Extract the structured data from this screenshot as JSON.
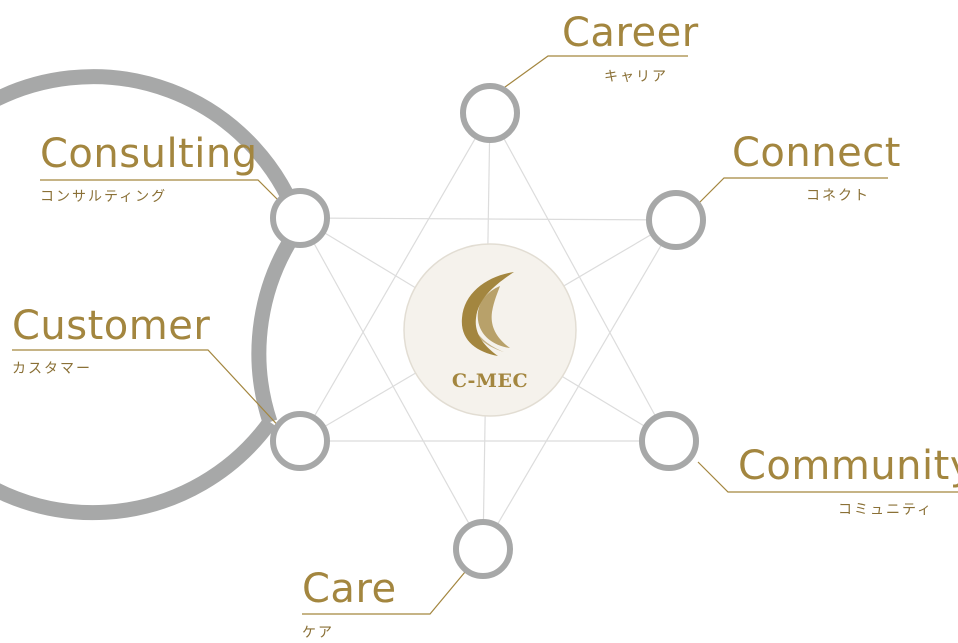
{
  "center": {
    "name": "C-MEC"
  },
  "colors": {
    "gold": "#a3863f",
    "ring": "#a7a8a8",
    "web_lines": "#dcdcdc",
    "center_fill": "#f5f2ec"
  },
  "nodes": [
    {
      "id": "career",
      "en": "Career",
      "jp": "キャリア"
    },
    {
      "id": "connect",
      "en": "Connect",
      "jp": "コネクト"
    },
    {
      "id": "community",
      "en": "Community",
      "jp": "コミュニティ"
    },
    {
      "id": "care",
      "en": "Care",
      "jp": "ケア"
    },
    {
      "id": "customer",
      "en": "Customer",
      "jp": "カスタマー"
    },
    {
      "id": "consulting",
      "en": "Consulting",
      "jp": "コンサルティング"
    }
  ]
}
